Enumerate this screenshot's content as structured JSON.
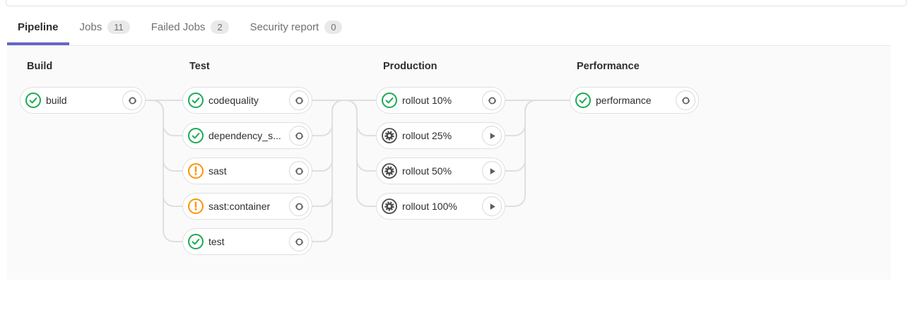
{
  "tabs": [
    {
      "label": "Pipeline",
      "active": true
    },
    {
      "label": "Jobs",
      "badge": "11",
      "active": false
    },
    {
      "label": "Failed Jobs",
      "badge": "2",
      "active": false
    },
    {
      "label": "Security report",
      "badge": "0",
      "active": false
    }
  ],
  "stages": [
    {
      "name": "Build",
      "jobs": [
        {
          "name": "build",
          "status": "success",
          "action": "retry"
        }
      ]
    },
    {
      "name": "Test",
      "jobs": [
        {
          "name": "codequality",
          "status": "success",
          "action": "retry"
        },
        {
          "name": "dependency_s...",
          "status": "success",
          "action": "retry"
        },
        {
          "name": "sast",
          "status": "warning",
          "action": "retry"
        },
        {
          "name": "sast:container",
          "status": "warning",
          "action": "retry"
        },
        {
          "name": "test",
          "status": "success",
          "action": "retry"
        }
      ]
    },
    {
      "name": "Production",
      "jobs": [
        {
          "name": "rollout 10%",
          "status": "success",
          "action": "retry"
        },
        {
          "name": "rollout 25%",
          "status": "manual",
          "action": "play"
        },
        {
          "name": "rollout 50%",
          "status": "manual",
          "action": "play"
        },
        {
          "name": "rollout 100%",
          "status": "manual",
          "action": "play"
        }
      ]
    },
    {
      "name": "Performance",
      "jobs": [
        {
          "name": "performance",
          "status": "success",
          "action": "retry"
        }
      ]
    }
  ],
  "colors": {
    "accent_tab_indicator": "#6666c4",
    "success": "#1aaa55",
    "warning": "#fc9403",
    "manual": "#4a4a4a",
    "action_icon": "#5e5e5e",
    "connector": "#dfdfdf",
    "graph_background": "#fafafa",
    "pill_border": "#dfdfdf",
    "badge_background": "#e9e9e9",
    "text_primary": "#2e2e2e",
    "text_secondary": "#707070"
  }
}
